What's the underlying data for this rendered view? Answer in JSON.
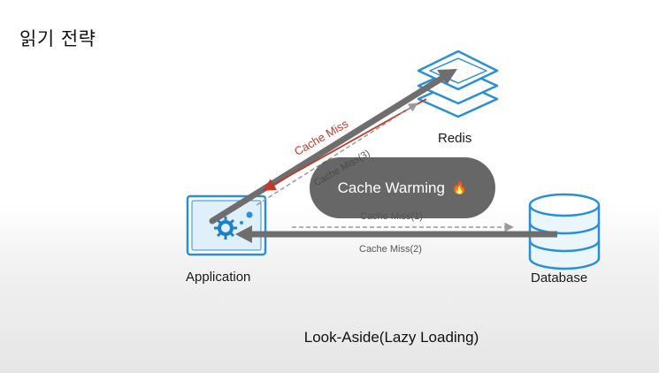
{
  "title": "읽기 전략",
  "nodes": {
    "redis": "Redis",
    "application": "Application",
    "database": "Database"
  },
  "labels": {
    "cache_miss": "Cache Miss",
    "cache_miss_3": "Cache Miss(3)",
    "cache_miss_1": "Cache Miss(1)",
    "cache_miss_2": "Cache Miss(2)"
  },
  "pill": {
    "text": "Cache Warming",
    "icon": "flame-icon"
  },
  "caption": "Look-Aside(Lazy Loading)",
  "colors": {
    "accent": "#2b8fd6",
    "miss": "#c0392b",
    "arrow": "#6e6e6e",
    "pill": "#4a4a4a"
  }
}
